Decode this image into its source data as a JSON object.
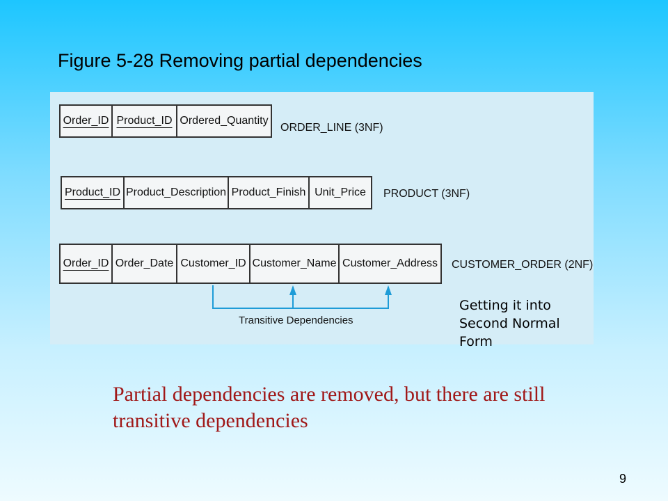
{
  "title": "Figure 5-28 Removing partial dependencies",
  "relations": [
    {
      "name": "ORDER_LINE (3NF)",
      "attributes": [
        {
          "label": "Order_ID",
          "key": true
        },
        {
          "label": "Product_ID",
          "key": true
        },
        {
          "label": "Ordered_Quantity",
          "key": false
        }
      ]
    },
    {
      "name": "PRODUCT (3NF)",
      "attributes": [
        {
          "label": "Product_ID",
          "key": true
        },
        {
          "label": "Product_Description",
          "key": false
        },
        {
          "label": "Product_Finish",
          "key": false
        },
        {
          "label": "Unit_Price",
          "key": false
        }
      ]
    },
    {
      "name": "CUSTOMER_ORDER (2NF)",
      "attributes": [
        {
          "label": "Order_ID",
          "key": true
        },
        {
          "label": "Order_Date",
          "key": false
        },
        {
          "label": "Customer_ID",
          "key": false
        },
        {
          "label": "Customer_Name",
          "key": false
        },
        {
          "label": "Customer_Address",
          "key": false
        }
      ]
    }
  ],
  "arrow_label": "Transitive Dependencies",
  "note": "Getting it into Second Normal Form",
  "caption": "Partial dependencies are removed, but there are still transitive dependencies",
  "page_number": "9",
  "colors": {
    "caption": "#a01818",
    "arrow": "#1e9cd7",
    "figure_bg": "#d5edf7"
  }
}
